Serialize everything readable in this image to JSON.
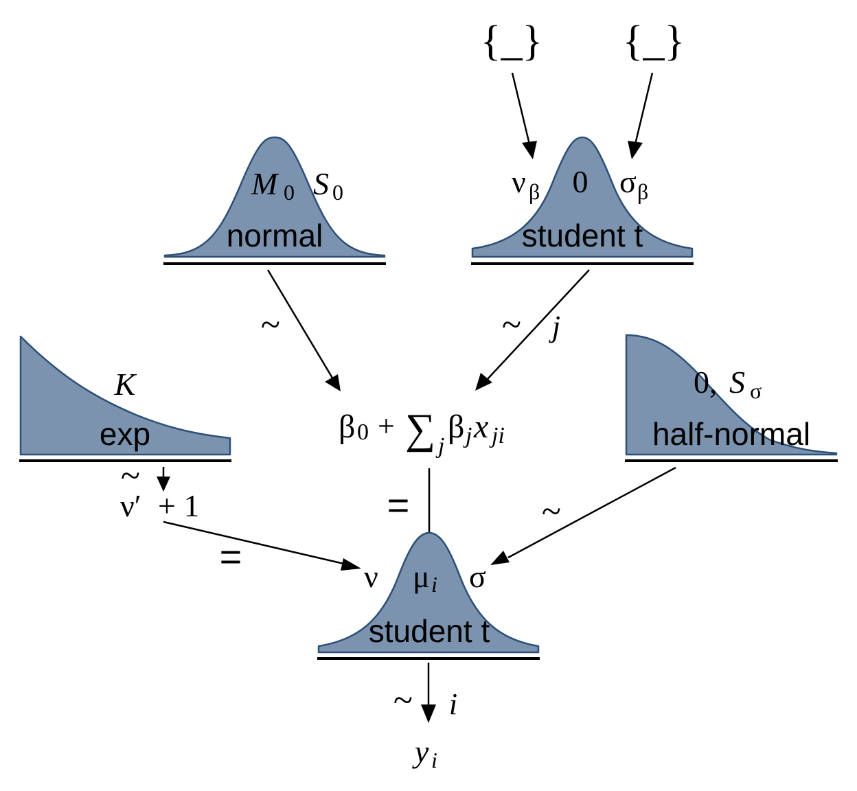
{
  "colors": {
    "fill": "#7b93ae",
    "stroke": "#2d4f77",
    "ink": "#000000",
    "background": "#ffffff"
  },
  "constants": {
    "left": "{_}",
    "right": "{_}"
  },
  "nodes": {
    "normal": {
      "name": "normal",
      "params": {
        "first": "M",
        "first_sub": "0",
        "second": "S",
        "second_sub": "0"
      }
    },
    "student_top": {
      "name": "student t",
      "params": {
        "nu": "ν",
        "nu_sub": "β",
        "mu": "0",
        "sigma": "σ",
        "sigma_sub": "β"
      }
    },
    "exp": {
      "name": "exp",
      "params": {
        "rate": "K"
      }
    },
    "half_normal": {
      "name": "half-normal",
      "params": {
        "zero": "0,",
        "scale": "S",
        "scale_sub": "σ"
      }
    },
    "student_bottom": {
      "name": "student t",
      "params": {
        "nu": "ν",
        "mu": "μ",
        "mu_sub": "i",
        "sigma": "σ"
      }
    }
  },
  "expressions": {
    "linear": {
      "beta": "β",
      "beta0_sub": "0",
      "plus": "+",
      "sum": "∑",
      "sum_sub": "j",
      "betaj_sub": "j",
      "x": "x",
      "x_sub": "ji"
    },
    "nu_transform": {
      "nu_prime": "ν′",
      "plus_one": "+ 1"
    },
    "observed": {
      "y": "y",
      "y_sub": "i"
    }
  },
  "edge_labels": {
    "normal_to_linear": "~",
    "student_to_linear": "~",
    "student_to_linear_index": "j",
    "exp_to_nuprime": "~",
    "nuprime_to_nu": "=",
    "linear_to_mu": "=",
    "halfnormal_to_sigma": "~",
    "likelihood": "~",
    "likelihood_index": "i"
  }
}
